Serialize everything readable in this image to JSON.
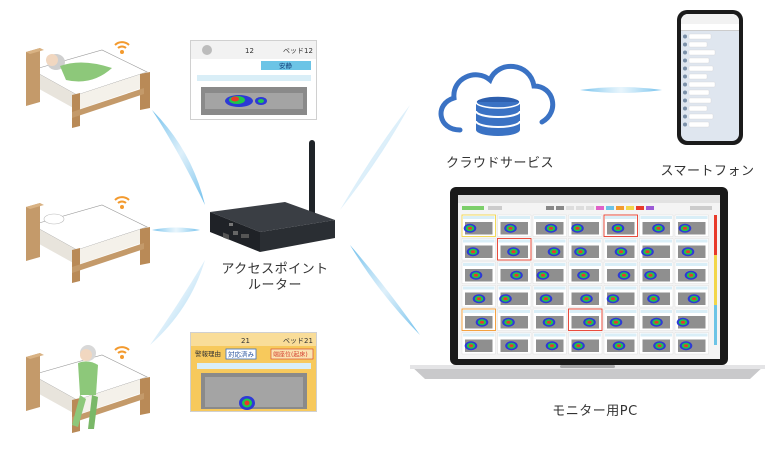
{
  "labels": {
    "router_line1": "アクセスポイント",
    "router_line2": "ルーター",
    "cloud": "クラウドサービス",
    "phone": "スマートフォン",
    "monitor": "モニター用PC"
  },
  "panel_top": {
    "number": "12",
    "bed": "ベッド12",
    "status": "安静"
  },
  "panel_bottom": {
    "number": "21",
    "bed": "ベッド21",
    "alarm_reason": "警報理由",
    "handled": "対応済み",
    "event": "端座位(起床)"
  },
  "colors": {
    "beam": "#5fb8ea",
    "cloud": "#3a72c4",
    "status_bg": "#6cc4e6",
    "alert_bg": "#f1b53c",
    "alert_text": "#d23a2a"
  },
  "icons": [
    "bed-icon",
    "wifi-icon",
    "router-icon",
    "cloud-icon",
    "database-icon",
    "smartphone-icon",
    "laptop-icon"
  ]
}
